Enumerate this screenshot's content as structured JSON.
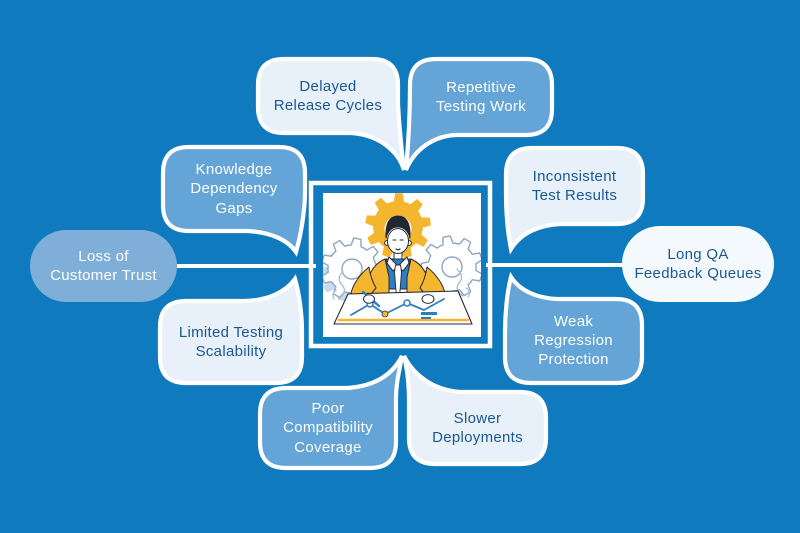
{
  "colors": {
    "background": "#107ABF",
    "bubble_light": "#E8F1F9",
    "bubble_medium": "#64A4D6",
    "pill_left": "#7FAED8",
    "pill_right": "#F4F9FD",
    "text_dark": "#1B5892",
    "text_light": "#FFFFFF",
    "white": "#FFFFFF",
    "yellow": "#F4B62F",
    "illus_blue": "#2E7CC3",
    "outline": "#262B34",
    "gear_outline": "#8FA6C6",
    "gear_ghost": "#C9DAEC",
    "squiggle": "#A9BDD4"
  },
  "bubbles": [
    {
      "label": "Delayed\nRelease Cycles"
    },
    {
      "label": "Repetitive\nTesting Work"
    },
    {
      "label": "Knowledge\nDependency\nGaps"
    },
    {
      "label": "Inconsistent\nTest Results"
    },
    {
      "label": "Loss of\nCustomer Trust"
    },
    {
      "label": "Long QA\nFeedback Queues"
    },
    {
      "label": "Limited Testing\nScalability"
    },
    {
      "label": "Weak\nRegression\nProtection"
    },
    {
      "label": "Poor\nCompatibility\nCoverage"
    },
    {
      "label": "Slower\nDeployments"
    }
  ],
  "center": {
    "description": "Illustration of a QA engineer writing on a chart at a desk, with gears behind him"
  }
}
